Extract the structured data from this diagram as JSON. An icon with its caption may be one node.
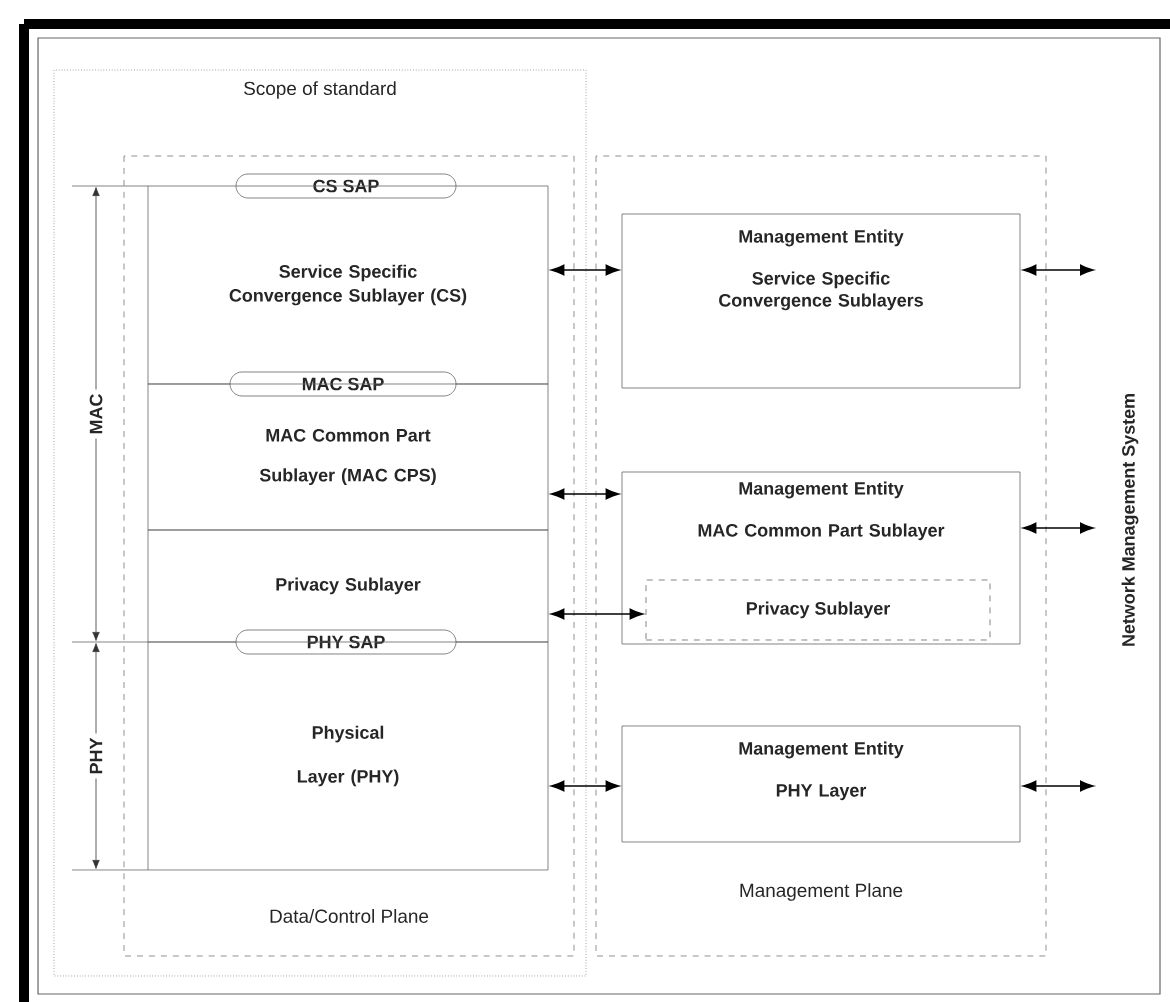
{
  "diagram": {
    "nodes": [
      {
        "text": [
          "Scope of standard"
        ]
      },
      {
        "text": [
          "Data/Control Plane"
        ],
        "in": 0
      },
      {
        "text": [
          "CS SAP"
        ],
        "in": 1
      },
      {
        "text": [
          "Service Specific Convergence Sublayer (CS)"
        ],
        "in": 1
      },
      {
        "text": [
          "MAC SAP"
        ],
        "in": 1
      },
      {
        "text": [
          "MAC Common Part Sublayer (MAC CPS)"
        ],
        "in": 1
      },
      {
        "text": [
          "Privacy Sublayer"
        ],
        "in": 1
      },
      {
        "text": [
          "PHY SAP"
        ],
        "in": 1
      },
      {
        "text": [
          "Physical Layer (PHY)"
        ],
        "in": 1
      },
      {
        "text": [
          "Management Plane"
        ]
      },
      {
        "text": [
          "Management Entity",
          "Service Specific Convergence Sublayers"
        ],
        "in": 9
      },
      {
        "text": [
          "Management Entity",
          "MAC Common Part Sublayer"
        ],
        "in": 9
      },
      {
        "text": [
          "Privacy Sublayer"
        ],
        "in": 11
      },
      {
        "text": [
          "Management Entity",
          "PHY Layer"
        ],
        "in": 9
      }
    ],
    "edges": [
      {
        "from": 3,
        "to": 10,
        "arrow": "both"
      },
      {
        "from": 5,
        "to": 11,
        "arrow": "both"
      },
      {
        "from": 6,
        "to": 12,
        "arrow": "both"
      },
      {
        "from": 8,
        "to": 13,
        "arrow": "both"
      },
      {
        "from": 10,
        "to": null,
        "arrow": "both"
      },
      {
        "from": 11,
        "to": null,
        "arrow": "both"
      },
      {
        "from": 13,
        "to": null,
        "arrow": "both"
      }
    ],
    "labels": [
      "MAC",
      "PHY",
      "Network Management System"
    ]
  }
}
